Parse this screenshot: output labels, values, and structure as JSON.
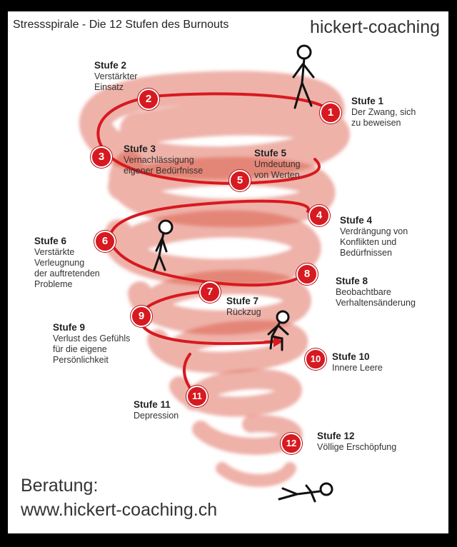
{
  "header": {
    "title": "Stressspirale - Die 12 Stufen des Burnouts",
    "brand": "hickert-coaching"
  },
  "footer": {
    "line1": "Beratung:",
    "line2": "www.hickert-coaching.ch"
  },
  "colors": {
    "spiral": "#d71920",
    "swirl": "#d9533f",
    "badge": "#d71920"
  },
  "steps": [
    {
      "num": "1",
      "stage": "Stufe 1",
      "text": [
        "Der Zwang, sich",
        "zu beweisen"
      ]
    },
    {
      "num": "2",
      "stage": "Stufe 2",
      "text": [
        "Verstärkter",
        "Einsatz"
      ]
    },
    {
      "num": "3",
      "stage": "Stufe 3",
      "text": [
        "Vernachlässigung",
        "eigener Bedürfnisse"
      ]
    },
    {
      "num": "4",
      "stage": "Stufe 4",
      "text": [
        "Verdrängung von",
        "Konflikten und",
        "Bedürfnissen"
      ]
    },
    {
      "num": "5",
      "stage": "Stufe 5",
      "text": [
        "Umdeutung",
        "von Werten"
      ]
    },
    {
      "num": "6",
      "stage": "Stufe 6",
      "text": [
        "Verstärkte",
        "Verleugnung",
        "der auftretenden",
        "Probleme"
      ]
    },
    {
      "num": "7",
      "stage": "Stufe 7",
      "text": [
        "Rückzug"
      ]
    },
    {
      "num": "8",
      "stage": "Stufe 8",
      "text": [
        "Beobachtbare",
        "Verhaltensänderung"
      ]
    },
    {
      "num": "9",
      "stage": "Stufe 9",
      "text": [
        "Verlust des Gefühls",
        "für die eigene",
        "Persönlichkeit"
      ]
    },
    {
      "num": "10",
      "stage": "Stufe 10",
      "text": [
        "Innere Leere"
      ]
    },
    {
      "num": "11",
      "stage": "Stufe 11",
      "text": [
        "Depression"
      ]
    },
    {
      "num": "12",
      "stage": "Stufe 12",
      "text": [
        "Völlige Erschöpfung"
      ]
    }
  ]
}
